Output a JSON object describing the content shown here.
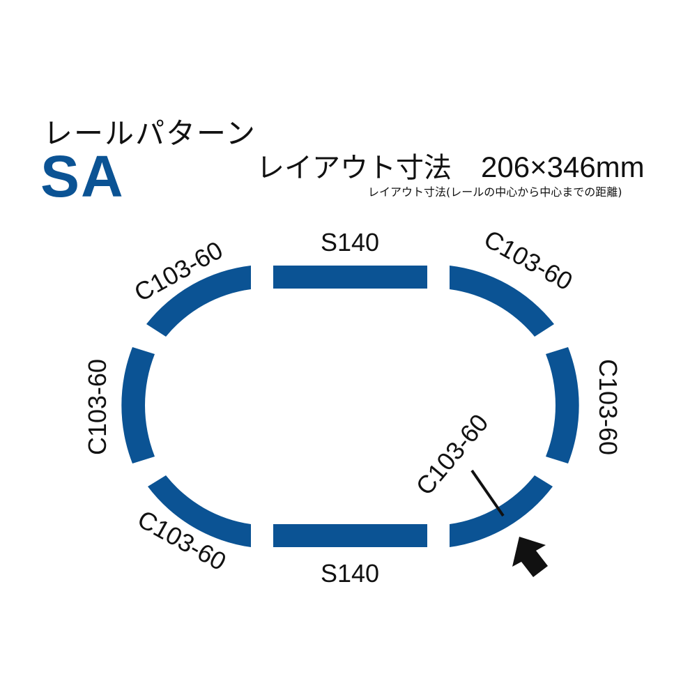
{
  "header": {
    "pattern_heading": "レールパターン",
    "pattern_code": "SA",
    "dimension_label": "レイアウト寸法",
    "dimension_value": "206×346mm",
    "dimension_note": "レイアウト寸法(レールの中心から中心までの距離)"
  },
  "rails": {
    "straight_label": "S140",
    "curve_label": "C103-60",
    "color": "#0b5394"
  },
  "start_marker": {
    "icon": "arrow-icon",
    "color": "#111111"
  }
}
